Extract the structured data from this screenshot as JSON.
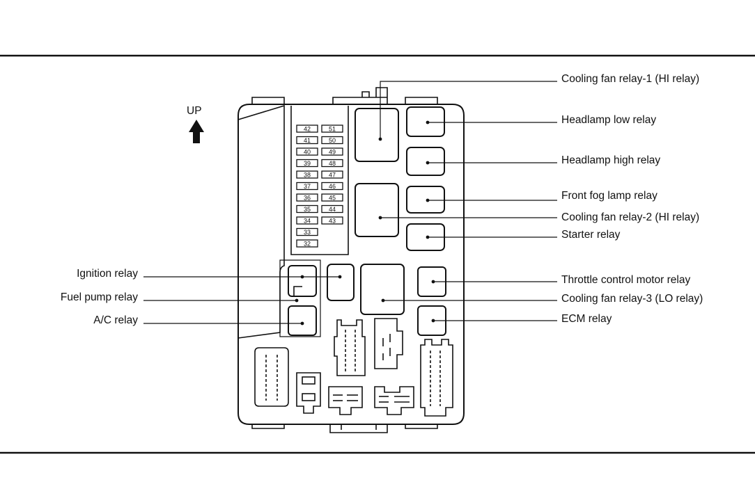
{
  "orientation": {
    "up_label": "UP",
    "arrow_icon": "up-arrow-icon"
  },
  "fuse_numbers": {
    "left_column": [
      "42",
      "41",
      "40",
      "39",
      "38",
      "37",
      "36",
      "35",
      "34",
      "33",
      "32"
    ],
    "right_column": [
      "51",
      "50",
      "49",
      "48",
      "47",
      "46",
      "45",
      "44",
      "43"
    ]
  },
  "labels": {
    "right": [
      "Cooling fan relay-1 (HI relay)",
      "Headlamp low relay",
      "Headlamp high relay",
      "Front fog lamp relay",
      "Cooling fan relay-2 (HI relay)",
      "Starter relay",
      "Throttle control motor relay",
      "Cooling fan relay-3 (LO relay)",
      "ECM relay"
    ],
    "left": [
      "Ignition relay",
      "Fuel pump relay",
      "A/C relay"
    ]
  },
  "colors": {
    "line": "#111111",
    "background": "#ffffff"
  }
}
